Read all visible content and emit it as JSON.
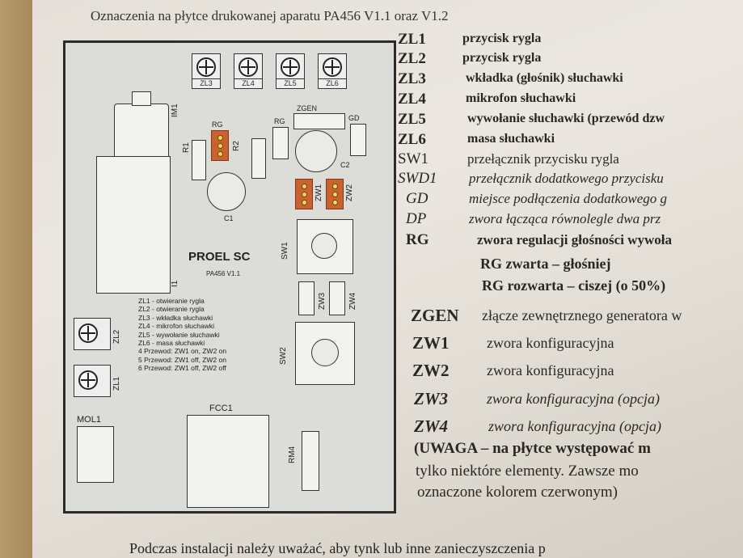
{
  "heading": "Oznaczenia na płytce drukowanej aparatu PA456 V1.1 oraz V1.2",
  "board": {
    "brand": "PROEL SC",
    "model": "PA456 V1.1",
    "terminals_top": [
      "ZL3",
      "ZL4",
      "ZL5",
      "ZL6"
    ],
    "terminals_left": [
      "ZL2",
      "ZL1"
    ],
    "labels": {
      "im1": "IM1",
      "i1": "I1",
      "rg1": "RG",
      "rg2": "RG",
      "r1": "R1",
      "r2": "R2",
      "zgen": "ZGEN",
      "gd": "GD",
      "c1": "C1",
      "c2": "C2",
      "zw1": "ZW1",
      "zw2": "ZW2",
      "sw1": "SW1",
      "sw2": "SW2",
      "zw3": "ZW3",
      "zw4": "ZW4",
      "fcc1": "FCC1",
      "mol1": "MOL1",
      "rm4": "RM4"
    },
    "legend": [
      "ZL1 - otwieranie rygla",
      "ZL2 - otwieranie rygla",
      "ZL3 - wkładka słuchawki",
      "ZL4 - mikrofon słuchawki",
      "ZL5 - wywołanie słuchawki",
      "ZL6 - masa słuchawki",
      "4 Przewod: ZW1 on, ZW2 on",
      "5 Przewod: ZW1 off, ZW2 on",
      "6 Przewod: ZW1 off, ZW2 off"
    ]
  },
  "entries": [
    {
      "code": "ZL1",
      "desc": "przycisk rygla"
    },
    {
      "code": "ZL2",
      "desc": "przycisk rygla"
    },
    {
      "code": "ZL3",
      "desc": "wkładka (głośnik) słuchawki"
    },
    {
      "code": "ZL4",
      "desc": "mikrofon słuchawki"
    },
    {
      "code": "ZL5",
      "desc": "wywołanie słuchawki (przewód dzw"
    },
    {
      "code": "ZL6",
      "desc": "masa słuchawki"
    },
    {
      "code": "SW1",
      "desc": "przełącznik przycisku rygla"
    },
    {
      "code": "SWD1",
      "desc": "przełącznik dodatkowego przycisku"
    },
    {
      "code": "GD",
      "desc": "miejsce podłączenia dodatkowego g"
    },
    {
      "code": "DP",
      "desc": "zwora łącząca równolegle dwa prz"
    },
    {
      "code": "RG",
      "desc": "zwora regulacji głośności wywoła"
    }
  ],
  "rg_notes": [
    "RG zwarta – głośniej",
    "RG rozwarta – ciszej (o 50%)"
  ],
  "entries2": [
    {
      "code": "ZGEN",
      "desc": "złącze zewnętrznego generatora w"
    },
    {
      "code": "ZW1",
      "desc": "zwora konfiguracyjna"
    },
    {
      "code": "ZW2",
      "desc": "zwora konfiguracyjna"
    },
    {
      "code": "ZW3",
      "desc": "zwora konfiguracyjna (opcja)"
    },
    {
      "code": "ZW4",
      "desc": "zwora konfiguracyjna (opcja)"
    }
  ],
  "note_lines": [
    "(UWAGA – na płytce występować m",
    "tylko niektóre elementy. Zawsze mo",
    "oznaczone kolorem czerwonym)"
  ],
  "bottom_text": "Podczas instalacji należy uważać, aby tynk lub inne zanieczyszczenia p",
  "accent_colors": {
    "jumper": "#c9622e",
    "jumper_pin": "#f3d56a"
  }
}
